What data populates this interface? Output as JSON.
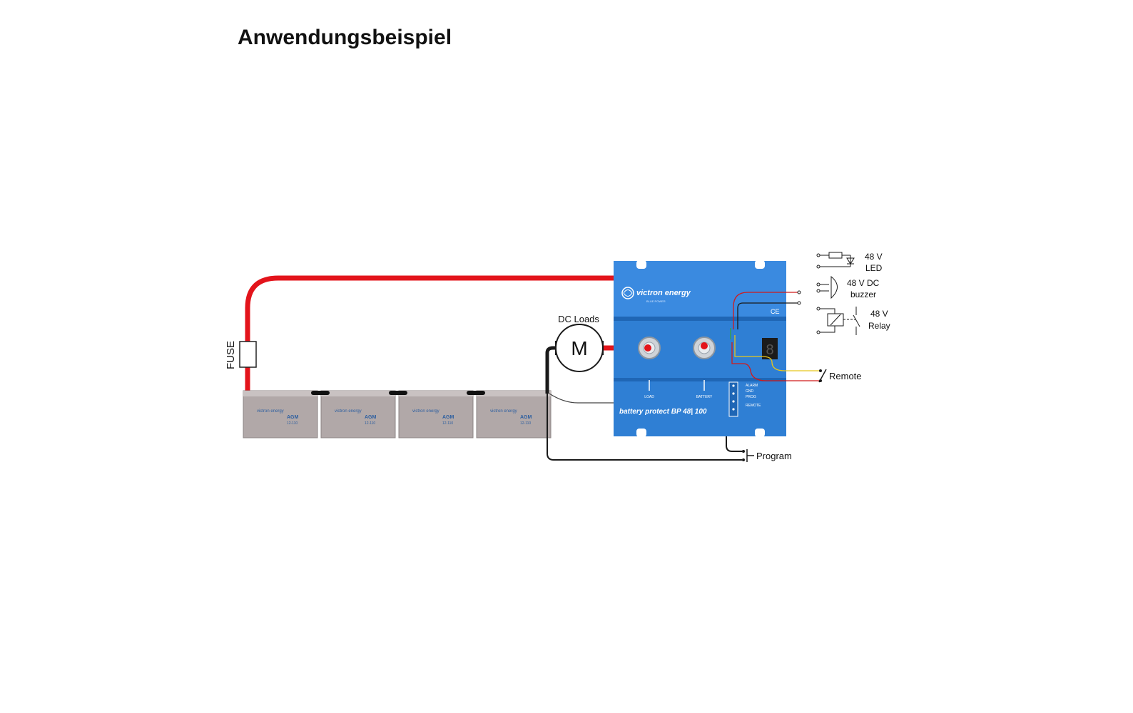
{
  "title": "Anwendungsbeispiel",
  "labels": {
    "fuse": "FUSE",
    "dc_loads": "DC Loads",
    "motor": "M",
    "led_voltage": "48 V",
    "led_name": "LED",
    "buzzer_voltage": "48 V DC",
    "buzzer_name": "buzzer",
    "relay_voltage": "48 V",
    "relay_name": "Relay",
    "remote": "Remote",
    "program": "Program"
  },
  "device": {
    "brand": "victron energy",
    "brand_tagline": "BLUE POWER",
    "model": "battery protect BP 48| 100",
    "load_terminal": "LOAD",
    "battery_terminal": "BATTERY",
    "ce_mark": "CE",
    "display_digit": "8",
    "terminals": [
      "ALARM",
      "GND",
      "PROG",
      "REMOTE"
    ]
  },
  "batteries": {
    "count": 4,
    "brand": "victron energy",
    "type": "AGM",
    "rating": "12-110"
  },
  "colors": {
    "positive_wire": "#e3141b",
    "negative_wire": "#1a1a1a",
    "device_blue": "#2f7fd4",
    "battery_grey": "#b1a8a8",
    "remote_yellow": "#e8c61c"
  }
}
